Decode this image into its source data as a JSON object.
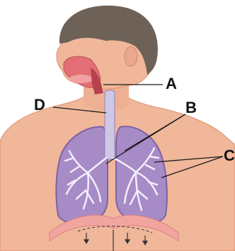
{
  "figure": {
    "labels": {
      "a": "A",
      "b": "B",
      "c": "C",
      "d": "D"
    }
  },
  "colors": {
    "skin": "#f0b79a",
    "skin_shadow": "#d98f72",
    "hair": "#6e6258",
    "lung": "#a78bc7",
    "lung_edge": "#7d62a3",
    "bronchi": "#f3eefa",
    "trachea": "#cfc7e6",
    "nasal": "#e36f74",
    "diaphragm": "#f2a5a0",
    "leader_line": "#1a1a1a"
  }
}
